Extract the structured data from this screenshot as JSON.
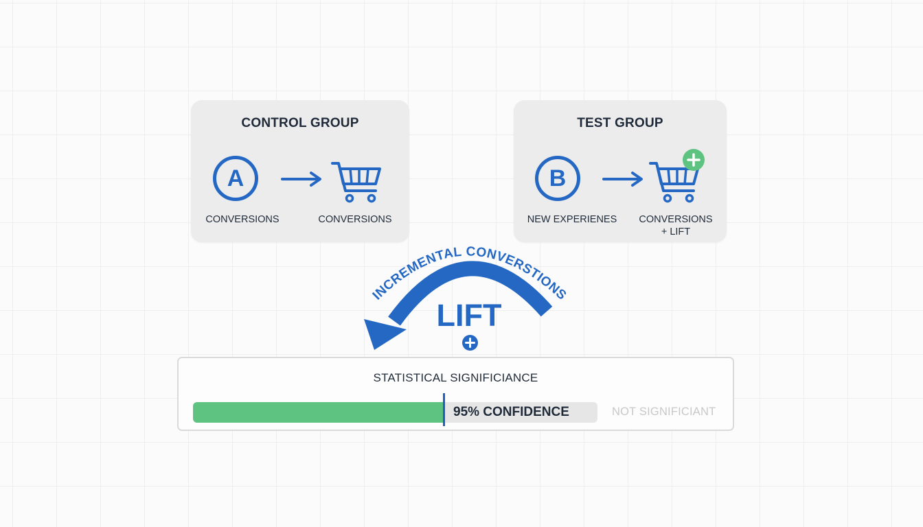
{
  "control_group": {
    "title": "CONTROL GROUP",
    "letter": "A",
    "left_caption": "CONVERSIONS",
    "right_caption": "CONVERSIONS"
  },
  "test_group": {
    "title": "TEST GROUP",
    "letter": "B",
    "left_caption": "NEW EXPERIENES",
    "right_caption_line1": "CONVERSIONS",
    "right_caption_line2": "+ LIFT"
  },
  "lift": {
    "arc_label": "INCREMENTAL CONVERSTIONS",
    "label": "LIFT"
  },
  "significance": {
    "title": "STATISTICAL SIGNIFICIANCE",
    "confidence_label": "95% CONFIDENCE",
    "not_significant_label": "NOT SIGNIFICIANT",
    "fill_fraction": 0.62
  },
  "colors": {
    "accent_blue": "#2468c4",
    "success_green": "#5ec380",
    "card_gray": "#ececed"
  },
  "icons": [
    "arrow-right-icon",
    "shopping-cart-icon",
    "plus-badge-icon",
    "curved-arrow-icon",
    "plus-circle-icon"
  ]
}
